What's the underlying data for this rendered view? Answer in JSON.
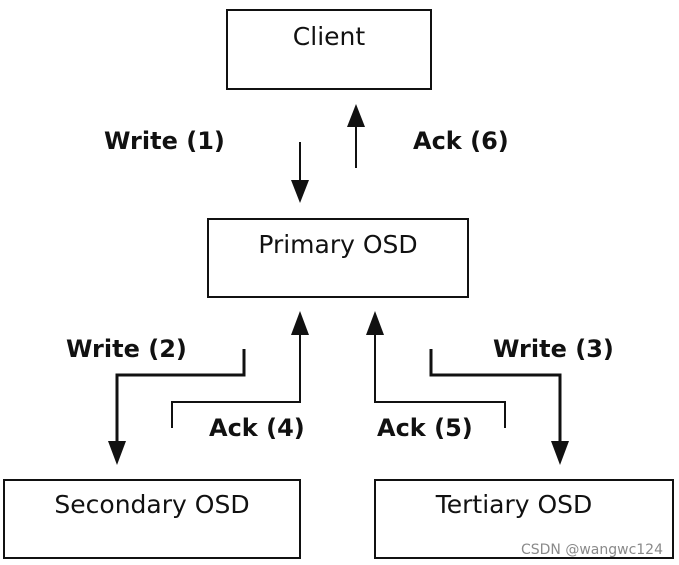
{
  "nodes": {
    "client": "Client",
    "primary": "Primary OSD",
    "secondary": "Secondary OSD",
    "tertiary": "Tertiary OSD"
  },
  "edges": {
    "write1": "Write (1)",
    "ack6": "Ack (6)",
    "write2": "Write (2)",
    "ack4": "Ack (4)",
    "ack5": "Ack (5)",
    "write3": "Write (3)"
  },
  "watermark": "CSDN @wangwc124"
}
